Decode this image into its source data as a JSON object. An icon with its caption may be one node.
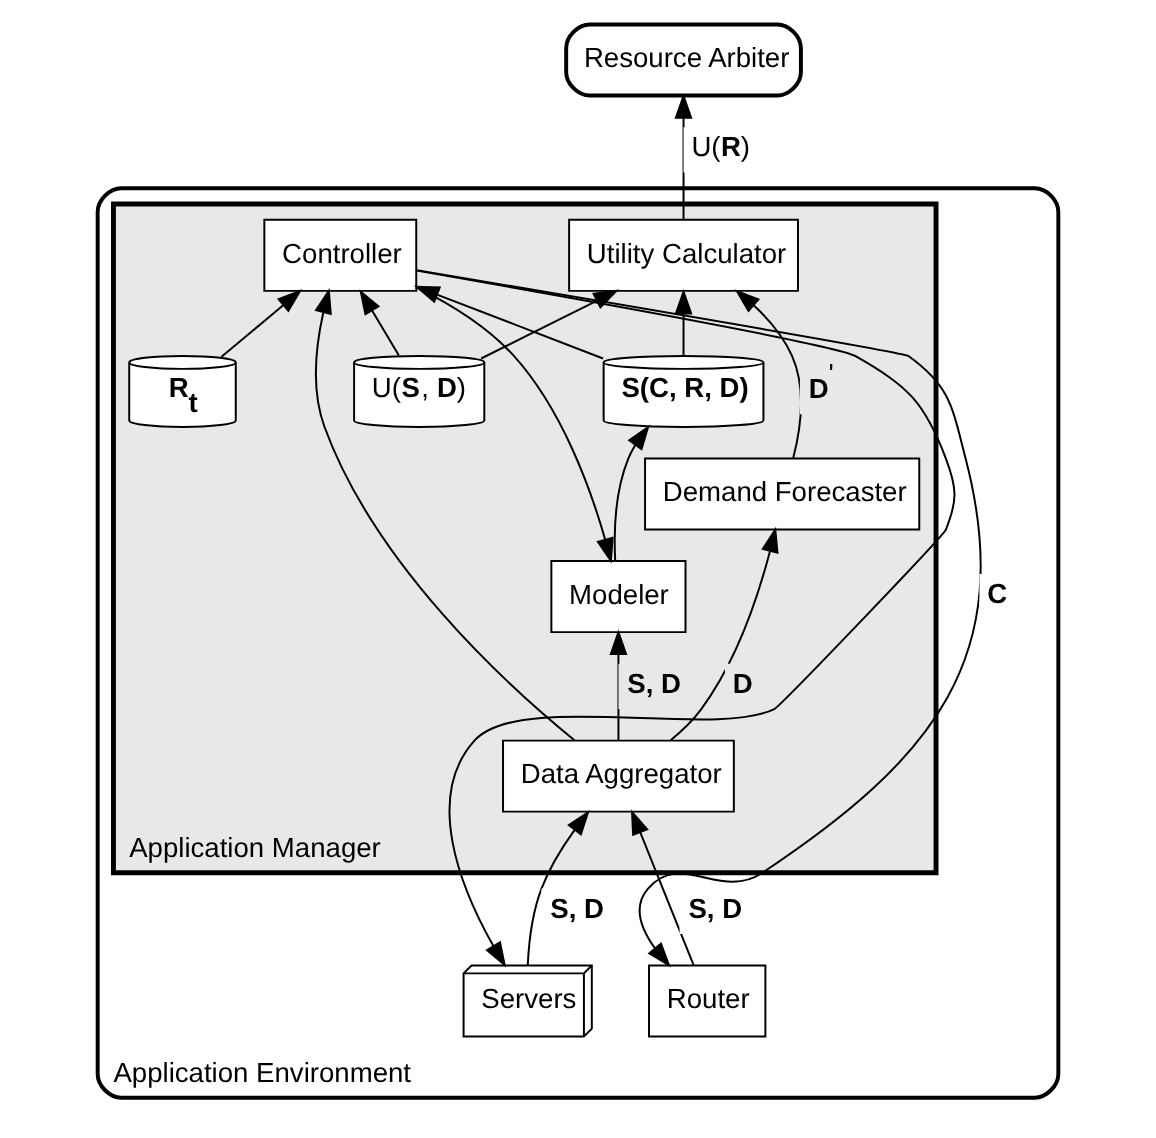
{
  "diagram": {
    "nodes": [
      {
        "text": [
          "Resource Arbiter"
        ]
      },
      {
        "text": [
          "Application Environment"
        ]
      },
      {
        "text": [
          "Application Manager"
        ],
        "in": 1
      },
      {
        "text": [
          "Demand Forecaster"
        ],
        "in": 2
      },
      {
        "text": [
          "Utility Calculator"
        ],
        "in": 2
      },
      {
        "text": [
          "U(**S**, **D**)"
        ],
        "in": 2
      },
      {
        "text": [
          "Controller"
        ],
        "in": 2
      },
      {
        "text": [
          "Data Aggregator"
        ],
        "in": 2
      },
      {
        "text": [
          "Modeler"
        ],
        "in": 2
      },
      {
        "text": [
          "**S(C, R, D)**"
        ],
        "in": 2
      },
      {
        "text": [
          "**R**$_{t}$"
        ],
        "in": 2
      },
      {
        "text": [
          "Router"
        ],
        "in": 1
      },
      {
        "text": [
          "Servers"
        ],
        "in": 1
      }
    ],
    "edges": [
      {
        "from": 4,
        "to": 0,
        "arrow": "to",
        "label": "U(**R**)"
      },
      {
        "from": 3,
        "to": 4,
        "arrow": "to",
        "label": "**D**$^{'}$"
      },
      {
        "from": 5,
        "to": 4,
        "arrow": "to"
      },
      {
        "from": 5,
        "to": 6,
        "arrow": "to"
      },
      {
        "from": 7,
        "to": 3,
        "arrow": "to",
        "label": "**D**"
      },
      {
        "from": 7,
        "to": 6,
        "arrow": "to"
      },
      {
        "from": 9,
        "to": 4,
        "arrow": "to"
      },
      {
        "from": 9,
        "to": 6,
        "arrow": "to"
      },
      {
        "from": 10,
        "to": 6,
        "arrow": "to"
      },
      {
        "from": 7,
        "to": 8,
        "arrow": "to",
        "label": "**S, D**"
      },
      {
        "from": 8,
        "to": 9,
        "arrow": "to"
      },
      {
        "from": 6,
        "to": 8,
        "arrow": "to"
      },
      {
        "from": 6,
        "to": 11,
        "arrow": "to",
        "label": "**C**"
      },
      {
        "from": 6,
        "to": 12,
        "arrow": "to"
      },
      {
        "from": 11,
        "to": 7,
        "arrow": "to",
        "label": "**S, D**"
      },
      {
        "from": 12,
        "to": 7,
        "arrow": "to",
        "label": "**S, D**"
      }
    ]
  }
}
